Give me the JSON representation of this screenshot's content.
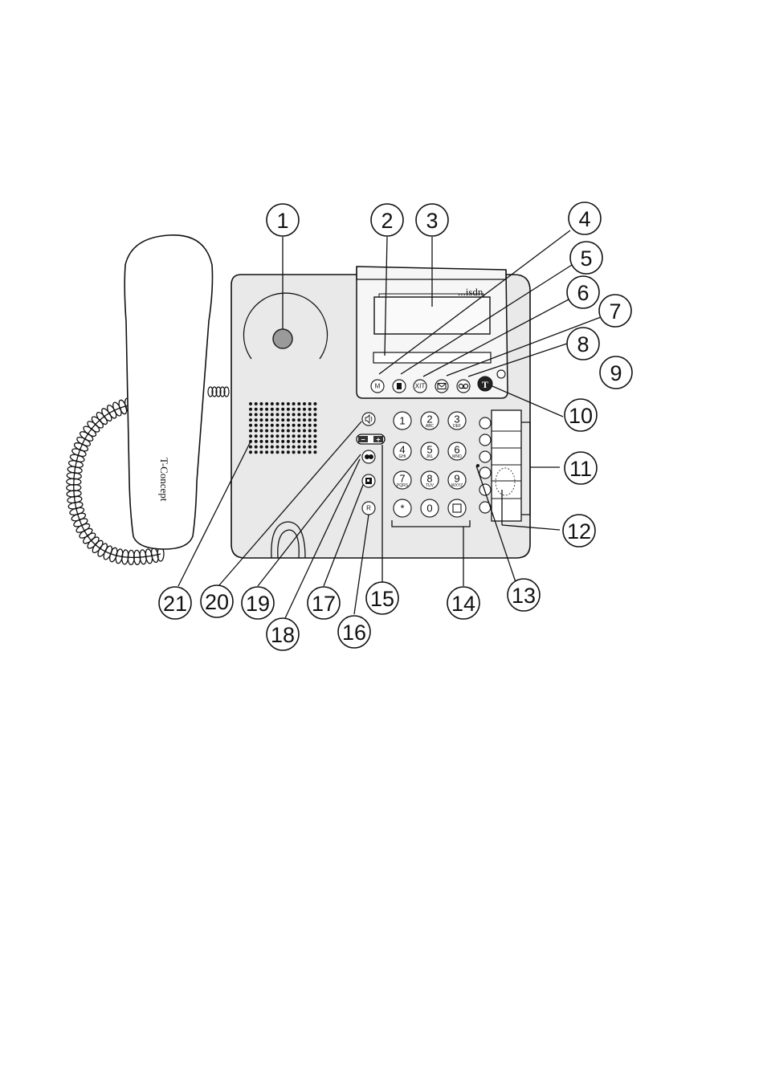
{
  "display": {
    "brand": "...isdn"
  },
  "handset": {
    "brand": "T-Concept"
  },
  "softkeys": [
    {
      "name": "menu-key",
      "label": "M"
    },
    {
      "name": "phonebook-key",
      "label": ""
    },
    {
      "name": "exit-key",
      "label": "XIT"
    },
    {
      "name": "message-key",
      "label": ""
    },
    {
      "name": "voicebox-key",
      "label": ""
    }
  ],
  "keypad": [
    {
      "digit": "1",
      "sub": ""
    },
    {
      "digit": "2",
      "sub": "ABC"
    },
    {
      "digit": "3",
      "sub": "DEF"
    },
    {
      "digit": "4",
      "sub": "GHI"
    },
    {
      "digit": "5",
      "sub": "JKL"
    },
    {
      "digit": "6",
      "sub": "MNO"
    },
    {
      "digit": "7",
      "sub": "PQRS"
    },
    {
      "digit": "8",
      "sub": "TUV"
    },
    {
      "digit": "9",
      "sub": "WXYZ"
    },
    {
      "digit": "*",
      "sub": ""
    },
    {
      "digit": "0",
      "sub": ""
    },
    {
      "digit": "#",
      "sub": ""
    }
  ],
  "side_keys": {
    "r_key": "R",
    "minus": "−",
    "plus": "+"
  },
  "callouts": [
    "1",
    "2",
    "3",
    "4",
    "5",
    "6",
    "7",
    "8",
    "9",
    "10",
    "11",
    "12",
    "13",
    "14",
    "15",
    "16",
    "17",
    "18",
    "19",
    "20",
    "21"
  ],
  "colors": {
    "base": "#e9e9e9",
    "line": "#111111",
    "speaker": "#8a8a8a",
    "display": "#f6f6f6"
  }
}
